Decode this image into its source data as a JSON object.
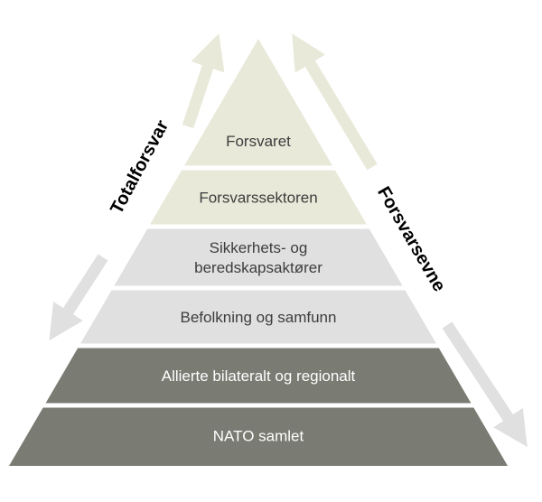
{
  "levels": [
    {
      "lines": [
        "Forsvaret"
      ],
      "color": "#e8e9d9",
      "text_color": "#3d3d3d"
    },
    {
      "lines": [
        "Forsvarssektoren"
      ],
      "color": "#e8e9d9",
      "text_color": "#3d3d3d"
    },
    {
      "lines": [
        "Sikkerhets- og",
        "beredskapsaktører"
      ],
      "color": "#e0e0e0",
      "text_color": "#3d3d3d"
    },
    {
      "lines": [
        "Befolkning og samfunn"
      ],
      "color": "#e0e0e0",
      "text_color": "#3d3d3d"
    },
    {
      "lines": [
        "Allierte bilateralt og regionalt"
      ],
      "color": "#7a7b72",
      "text_color": "#ffffff"
    },
    {
      "lines": [
        "NATO samlet"
      ],
      "color": "#7a7b72",
      "text_color": "#ffffff"
    }
  ],
  "left_arrow": {
    "label": "Totalforsvar",
    "up_color": "#e8e9d9",
    "down_color": "#e0e0e0"
  },
  "right_arrow": {
    "label": "Forsvarsevne",
    "up_color": "#e8e9d9",
    "down_color": "#e0e0e0"
  }
}
